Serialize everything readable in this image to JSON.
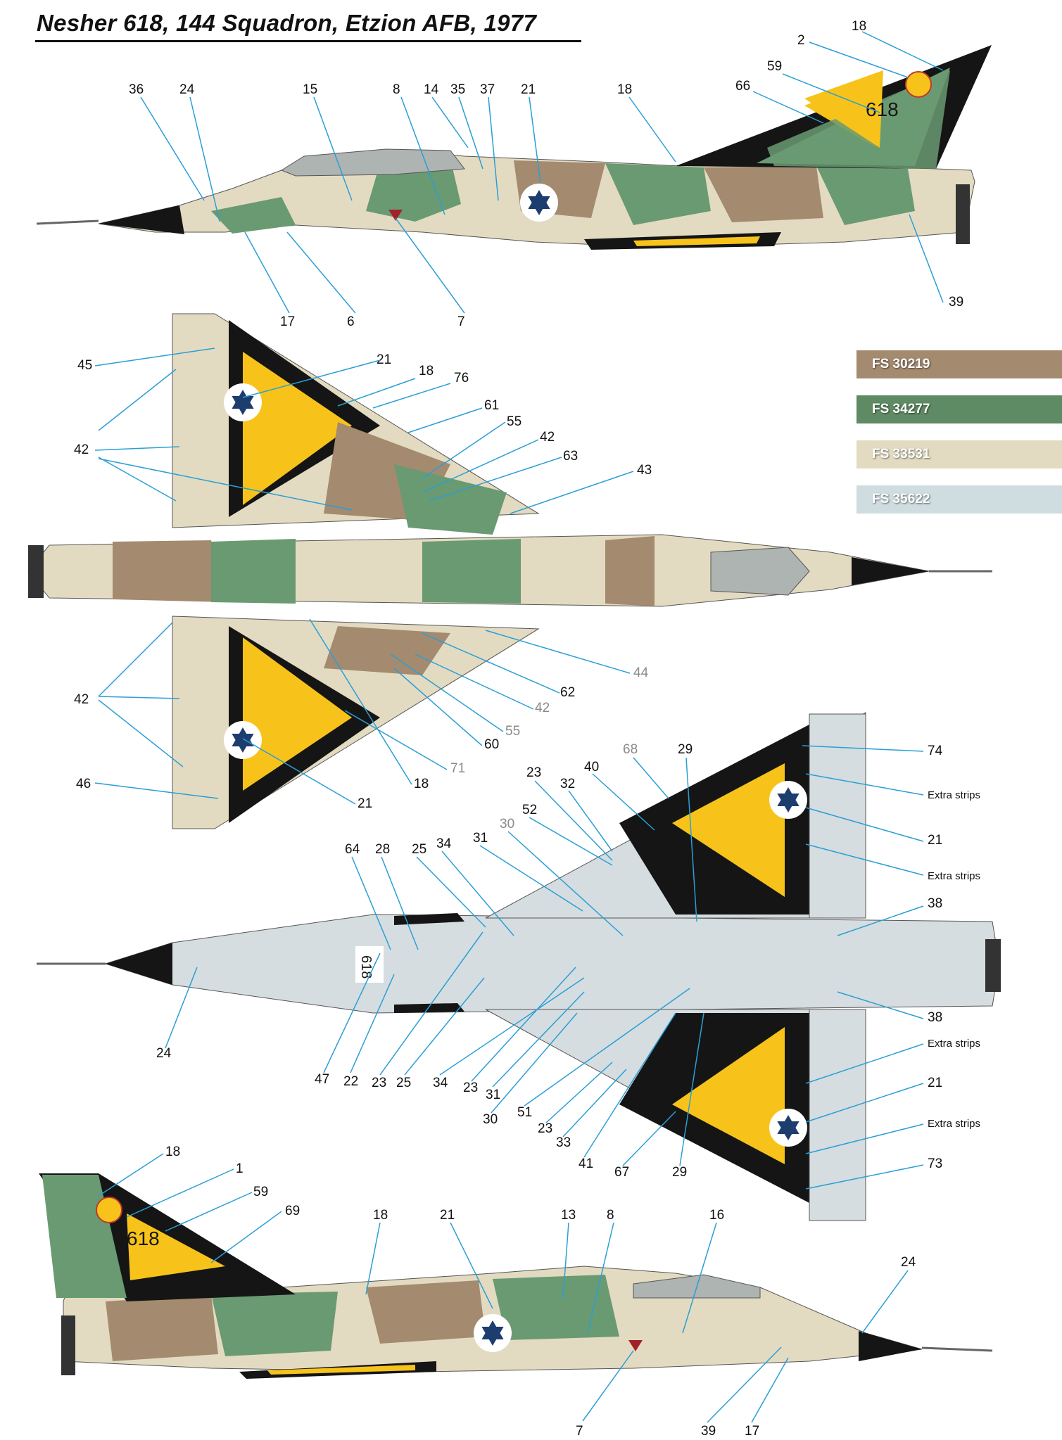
{
  "title": "Nesher 618, 144 Squadron, Etzion AFB, 1977",
  "colors": {
    "sand": "#e3dbc1",
    "brown": "#a48a6f",
    "green": "#6a9a72",
    "underside": "#d5dde0",
    "yellow": "#f7c31a",
    "black": "#151515",
    "star_blue": "#1c3d6e",
    "leader_blue": "#2a9fd6",
    "outline_red": "#a1222a"
  },
  "tail_number": "618",
  "swatches": [
    {
      "label": "FS 30219",
      "color": "#a48a6f"
    },
    {
      "label": "FS 34277",
      "color": "#5e8a64"
    },
    {
      "label": "FS 33531",
      "color": "#e3dbc1"
    },
    {
      "label": "FS 35622",
      "color": "#cfdde1"
    }
  ],
  "views": {
    "left_profile": {
      "callouts": [
        "18",
        "2",
        "59",
        "66",
        "36",
        "24",
        "15",
        "8",
        "14",
        "35",
        "37",
        "21",
        "18",
        "39",
        "17",
        "6",
        "7"
      ]
    },
    "top_view": {
      "callouts": [
        "45",
        "21",
        "18",
        "76",
        "61",
        "55",
        "42",
        "63",
        "43",
        "42",
        "42",
        "44",
        "62",
        "42",
        "55",
        "60",
        "71",
        "18",
        "21",
        "46"
      ]
    },
    "bottom_view": {
      "callouts": [
        "68",
        "29",
        "74",
        "Extra strips",
        "21",
        "Extra strips",
        "38",
        "38",
        "Extra strips",
        "21",
        "Extra strips",
        "73",
        "23",
        "40",
        "32",
        "52",
        "30",
        "31",
        "64",
        "28",
        "25",
        "34",
        "24",
        "47",
        "22",
        "23",
        "25",
        "34",
        "23",
        "31",
        "30",
        "51",
        "23",
        "33",
        "41",
        "67",
        "29"
      ]
    },
    "right_profile": {
      "callouts": [
        "18",
        "1",
        "59",
        "69",
        "18",
        "21",
        "13",
        "8",
        "16",
        "24",
        "7",
        "39",
        "17"
      ]
    }
  }
}
